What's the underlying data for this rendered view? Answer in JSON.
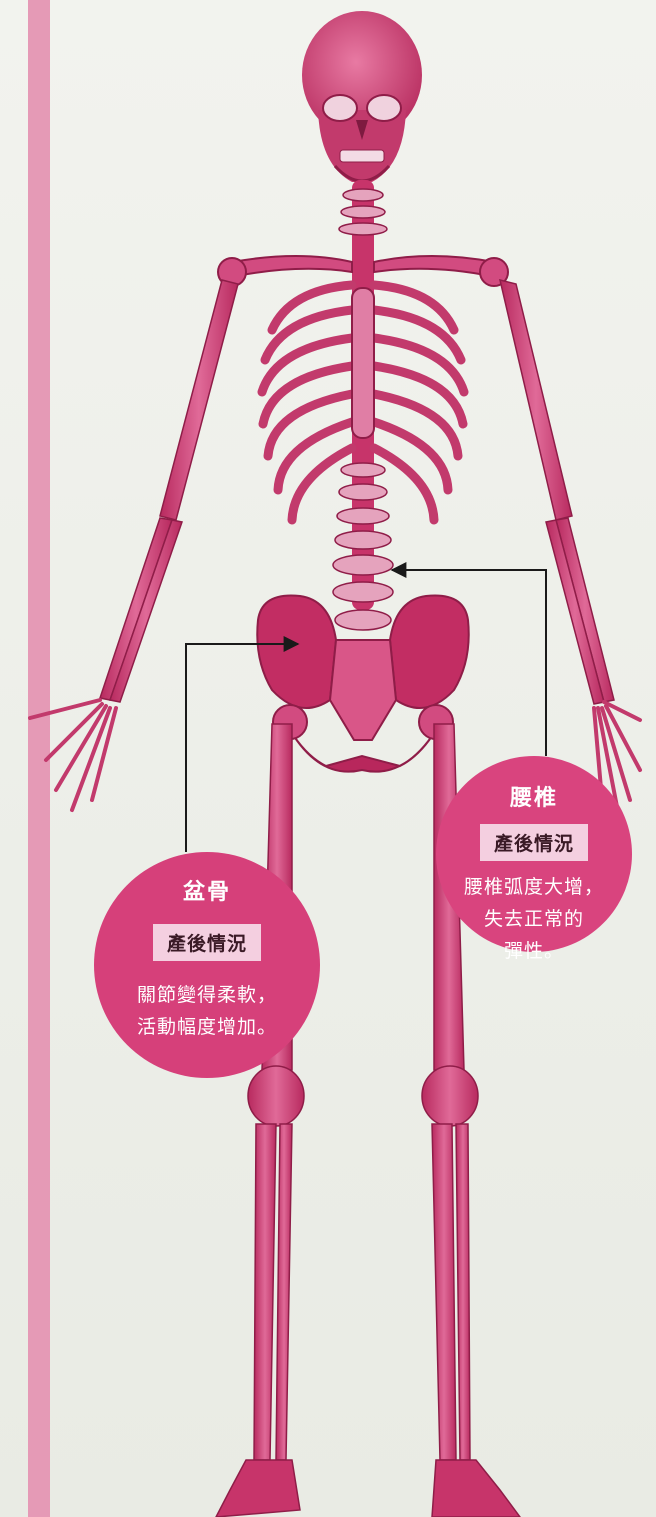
{
  "colors": {
    "bone": "#c7346a",
    "bone_light": "#e48fb0",
    "accent_bar": "#e59ab6",
    "callout": "#d9447e",
    "tag_bg": "#f4cfe0"
  },
  "callouts": {
    "lumbar": {
      "title": "腰椎",
      "tag": "產後情況",
      "lines": [
        "腰椎弧度大增，",
        "失去正常的",
        "彈性。"
      ]
    },
    "pelvis": {
      "title": "盆骨",
      "tag": "產後情況",
      "lines": [
        "關節變得柔軟，",
        "活動幅度增加。"
      ]
    }
  }
}
